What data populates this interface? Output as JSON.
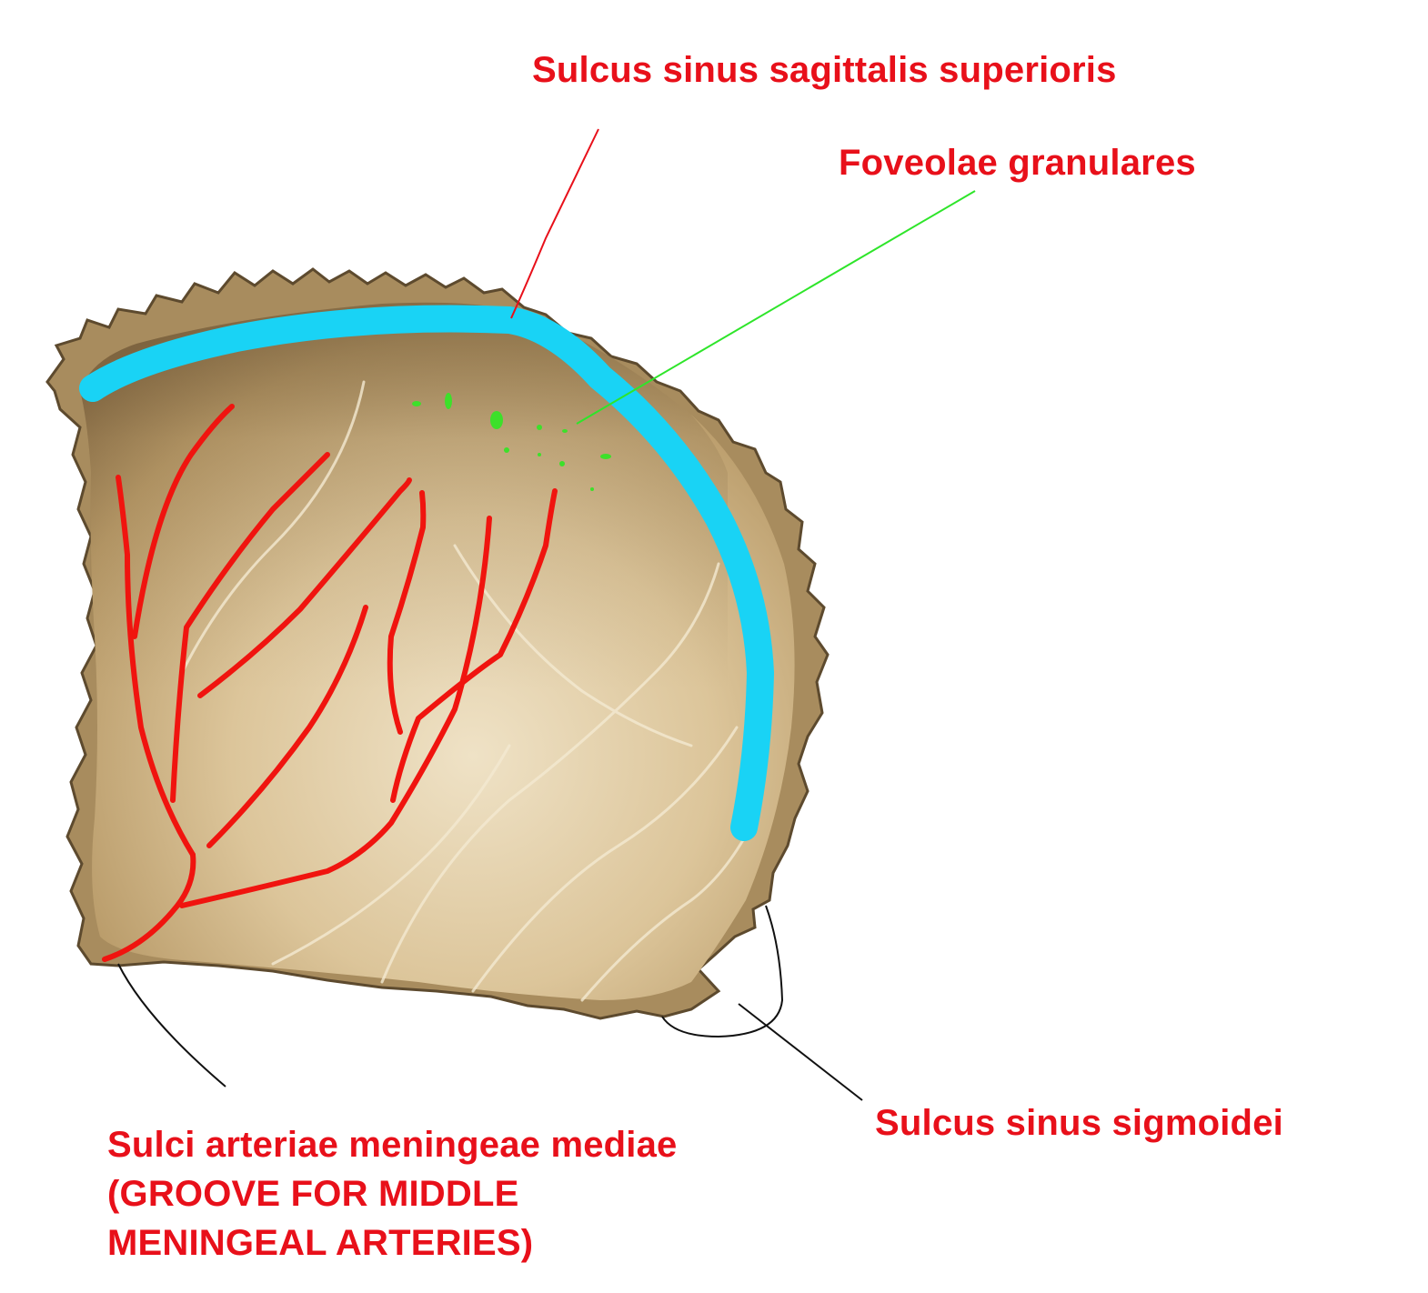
{
  "labels": {
    "sagittal": "Sulcus sinus sagittalis superioris",
    "foveolae": "Foveolae granulares",
    "sigmoid": "Sulcus sinus sigmoidei",
    "meningeal_line1": "Sulci arteriae meningeae mediae",
    "meningeal_line2": "(GROOVE FOR MIDDLE",
    "meningeal_line3": "MENINGEAL ARTERIES)"
  },
  "colors": {
    "label_text": "#e8101a",
    "sagittal_sinus_marking": "#19d3f5",
    "meningeal_arteries_marking": "#f0140f",
    "foveolae_marking": "#3de02a",
    "bone_fill": "#d2b98a",
    "bone_shadow": "#9c7e4f",
    "bone_edge": "#6e5a3c",
    "leader_sagittal": "#e8101a",
    "leader_foveolae": "#2ee52a",
    "leader_black": "#111111"
  }
}
